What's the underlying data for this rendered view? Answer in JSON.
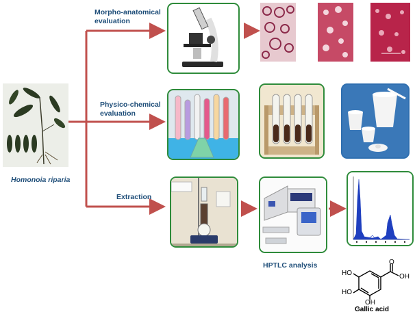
{
  "diagram": {
    "source_label": "Homonoia riparia",
    "branches": [
      {
        "label_line1": "Morpho-anatomical",
        "label_line2": "evaluation"
      },
      {
        "label_line1": "Physico-chemical",
        "label_line2": "evaluation"
      },
      {
        "label_line1": "Extraction",
        "label_line2": ""
      }
    ],
    "hptlc_label": "HPTLC analysis",
    "compound_label": "Gallic acid",
    "structure_labels": {
      "ho_top": "HO",
      "ho_left": "HO",
      "oh_bottom": "OH",
      "oh_acid": "OH",
      "o_acid": "O"
    },
    "colors": {
      "arrow": "#c0504d",
      "label": "#1f4e79",
      "frame": "#2e8b3a",
      "peak": "#1f3fbf"
    }
  }
}
